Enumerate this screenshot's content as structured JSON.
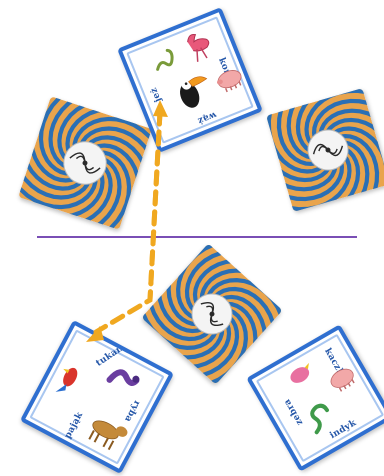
{
  "board": {
    "top_player_card": {
      "words": [
        "jeż",
        "koń",
        "wąż"
      ]
    },
    "bottom_left_card": {
      "words": [
        "tukan",
        "ryba",
        "pająk"
      ]
    },
    "bottom_right_card": {
      "words": [
        "kaczka",
        "zebra",
        "indyk"
      ]
    }
  },
  "colors": {
    "card_border": "#2f6fd0",
    "card_back_blue": "#2a6fb5",
    "card_back_orange": "#e9a44c",
    "divider": "#7a4fb5",
    "arrow": "#f0a820"
  },
  "icons": {
    "card_back_emblem": "hands-swirl-icon",
    "move_arrow": "dashed-arrow-icon"
  }
}
